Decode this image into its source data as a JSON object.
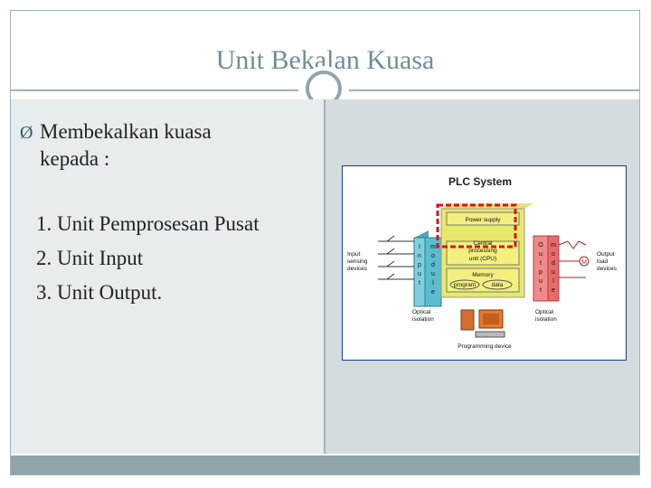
{
  "slide": {
    "title": "Unit Bekalan Kuasa",
    "bullet": {
      "marker": "Ø",
      "line1": "Membekalkan kuasa",
      "line2": "kepada :"
    },
    "items": [
      "1. Unit Pemprosesan Pusat",
      "2. Unit Input",
      "3. Unit Output."
    ]
  },
  "diagram": {
    "title": "PLC System",
    "power_supply": "Power supply",
    "cpu_line1": "Central",
    "cpu_line2": "processing",
    "cpu_line3": "unit (CPU)",
    "memory": "Memory",
    "program": "program",
    "data": "data",
    "input_module_letters": [
      "I",
      "n",
      "p",
      "u",
      "t"
    ],
    "input_module_letters2": [
      "m",
      "o",
      "d",
      "u",
      "l",
      "e"
    ],
    "output_module_letters": [
      "O",
      "u",
      "t",
      "p",
      "u",
      "t"
    ],
    "output_module_letters2": [
      "m",
      "o",
      "d",
      "u",
      "l",
      "e"
    ],
    "input_devices": [
      "Input",
      "sensing",
      "devices"
    ],
    "output_devices": [
      "Output",
      "load",
      "devices"
    ],
    "optical_left": [
      "Optical",
      "isolation"
    ],
    "optical_right": [
      "Optical",
      "isolation"
    ],
    "programming_device": "Programming device",
    "motor_symbol": "M"
  }
}
